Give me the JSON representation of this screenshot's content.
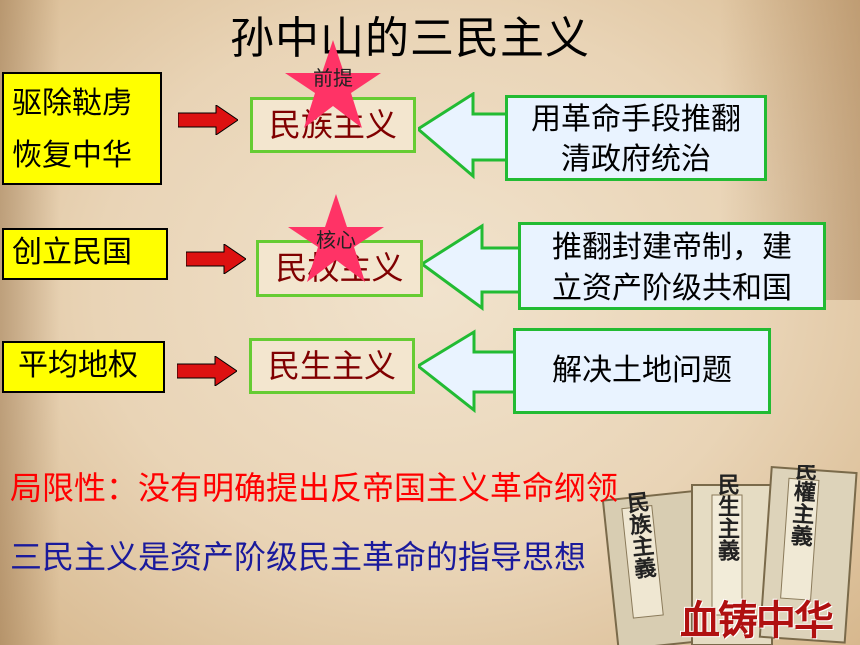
{
  "title": "孙中山的三民主义",
  "rows": [
    {
      "slogan_lines": [
        "驱除鞑虏",
        "恢复中华"
      ],
      "principle": "民族主义",
      "star_label": "前提",
      "content_lines": [
        "用革命手段推翻",
        "清政府统治"
      ]
    },
    {
      "slogan_lines": [
        "创立民国"
      ],
      "principle": "民权主义",
      "star_label": "核心",
      "content_lines": [
        "推翻封建帝制，建",
        "立资产阶级共和国"
      ]
    },
    {
      "slogan_lines": [
        "平均地权"
      ],
      "principle": "民生主义",
      "star_label": "",
      "content_lines": [
        "解决土地问题"
      ]
    }
  ],
  "limitation": "局限性：没有明确提出反帝国主义革命纲领",
  "conclusion": "三民主义是资产阶级民主革命的指导思想",
  "decor": {
    "book_titles": [
      "民族主義",
      "民生主義",
      "民權主義"
    ],
    "brand": "血铸中华"
  },
  "colors": {
    "slogan_bg": "#ffff00",
    "principle_text": "#800000",
    "frame_green": "#22bb33",
    "arrow_red": "#dd1111",
    "star": "#ff3366",
    "limitation": "#ff0000",
    "conclusion": "#1a1a9c"
  }
}
